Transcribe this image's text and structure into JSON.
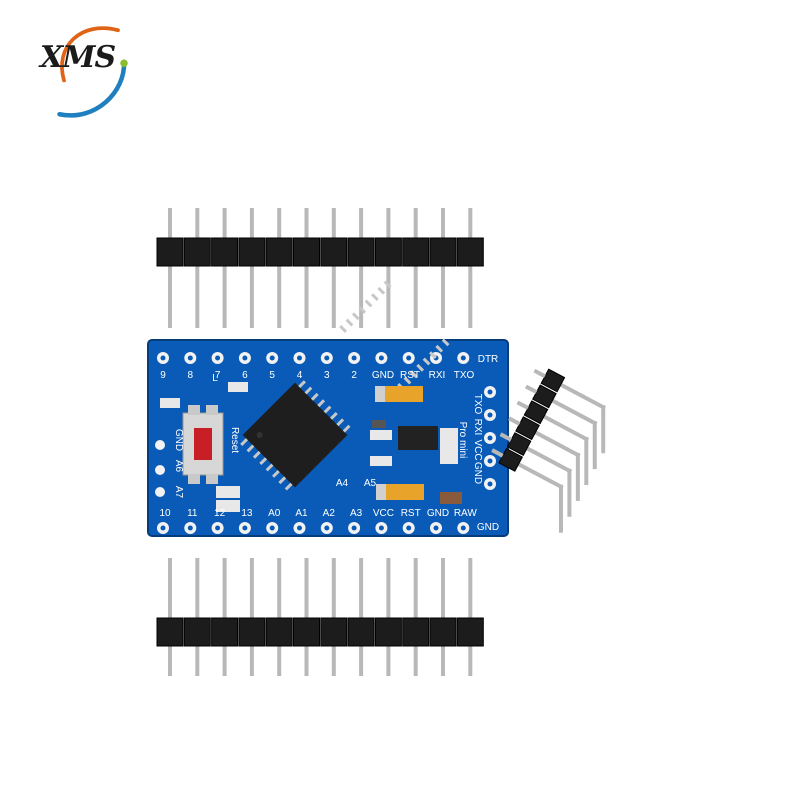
{
  "logo": {
    "text": "XMS"
  },
  "board": {
    "top_pin_labels": [
      "9",
      "8",
      "7",
      "6",
      "5",
      "4",
      "3",
      "2"
    ],
    "top_right_labels": [
      "GND",
      "RST",
      "RXI",
      "TXO"
    ],
    "corner_label": "DTR",
    "right_side_labels": [
      "TXO",
      "RXI",
      "VCC",
      "GND"
    ],
    "bottom_labels": [
      "10",
      "11",
      "12",
      "13",
      "A0",
      "A1",
      "A2",
      "A3",
      "VCC",
      "RST",
      "GND",
      "RAW"
    ],
    "left_labels": [
      "GND",
      "A6",
      "A7"
    ],
    "analog_top": [
      "A4",
      "A5"
    ],
    "reset_label": "Reset",
    "led_label": "L",
    "bottom_corner": "GND",
    "side_text": "Pro mini"
  },
  "colors": {
    "pcb": "#0a5bb8",
    "header": "#1c1c1c",
    "pin": "#b8b8b8"
  }
}
